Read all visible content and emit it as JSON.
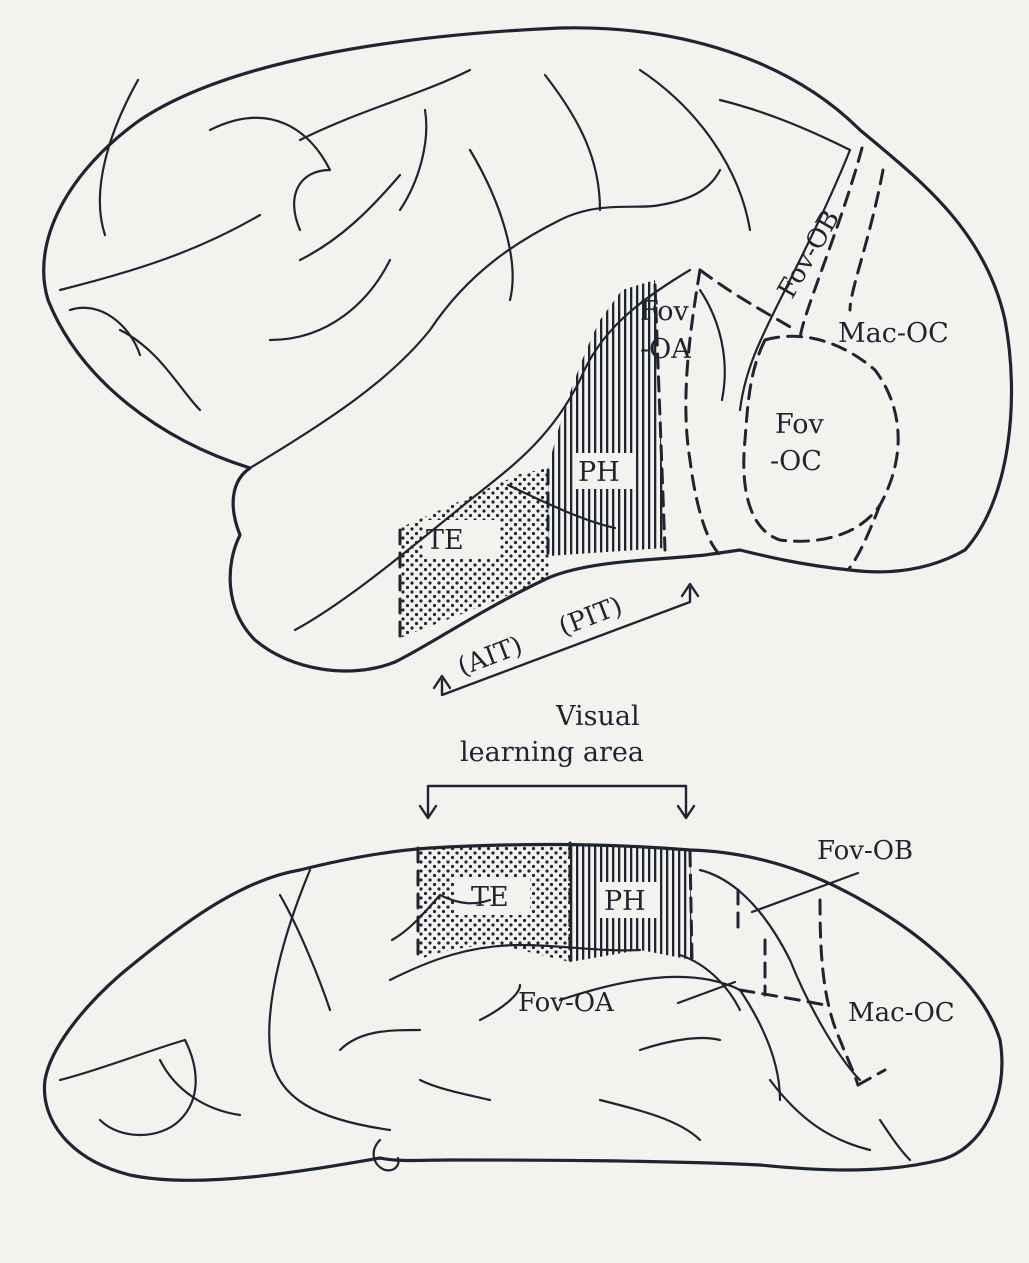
{
  "colors": {
    "ink": "#1e2430",
    "paper": "#f3f2ef"
  },
  "upper_brain": {
    "labels": {
      "fov_oa_1": "Fov",
      "fov_oa_2": "-OA",
      "fov_ob": "Fov-OB",
      "mac_oc": "Mac-OC",
      "fov_oc_1": "Fov",
      "fov_oc_2": "-OC",
      "ph": "PH",
      "te": "TE",
      "ait": "(AIT)",
      "pit": "(PIT)"
    }
  },
  "caption": {
    "line1": "Visual",
    "line2": "learning area"
  },
  "lower_brain": {
    "labels": {
      "te": "TE",
      "ph": "PH",
      "fov_ob": "Fov-OB",
      "fov_oa": "Fov-OA",
      "mac_oc": "Mac-OC"
    }
  }
}
